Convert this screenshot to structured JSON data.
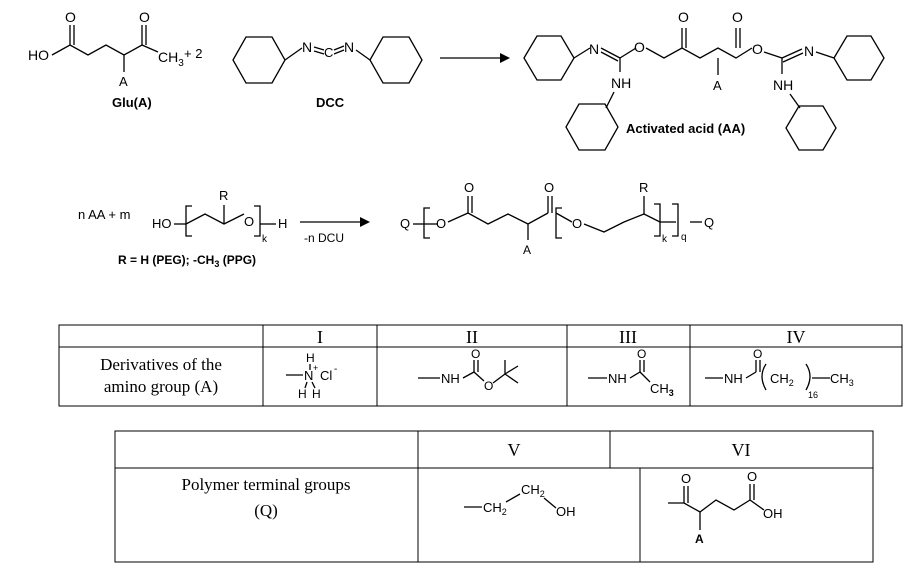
{
  "reaction1": {
    "glu_label": "Glu(A)",
    "dcc_label": "DCC",
    "aa_label": "Activated acid (AA)",
    "plus_two": "+ 2",
    "atoms": {
      "ho": "HO",
      "o": "O",
      "a": "A",
      "ch3": "CH",
      "ch3_sub": "3",
      "n": "N",
      "c": "C",
      "nh": "NH"
    }
  },
  "reaction2": {
    "lhs_text": "n AA + m",
    "condition": "-n DCU",
    "r_def": "R = H (PEG); -CH",
    "r_def_sub": "3",
    "r_def_end": " (PPG)",
    "atoms": {
      "ho": "HO",
      "h": "H",
      "r": "R",
      "o": "O",
      "k": "k",
      "q": "q",
      "Q": "Q",
      "a": "A"
    }
  },
  "table1": {
    "headers": [
      "I",
      "II",
      "III",
      "IV"
    ],
    "row_label_line1": "Derivatives of the",
    "row_label_line2": "amino group (A)",
    "formulas": {
      "i": {
        "h": "H",
        "n": "N",
        "plus": "+",
        "cl": "Cl",
        "minus": "-"
      },
      "ii": {
        "nh": "NH",
        "o": "O"
      },
      "iii": {
        "nh": "NH",
        "o": "O",
        "ch3": "CH",
        "sub": "3"
      },
      "iv": {
        "nh": "NH",
        "o": "O",
        "ch2": "CH",
        "sub2": "2",
        "n": "16",
        "ch3": "CH",
        "sub3": "3"
      }
    }
  },
  "table2": {
    "headers": [
      "V",
      "VI"
    ],
    "row_label_line1": "Polymer terminal groups",
    "row_label_line2": "(Q)",
    "formulas": {
      "v": {
        "ch2a": "CH",
        "sub": "2",
        "ch2b": "CH",
        "oh": "OH"
      },
      "vi": {
        "o": "O",
        "oh": "OH",
        "a": "A"
      }
    }
  }
}
